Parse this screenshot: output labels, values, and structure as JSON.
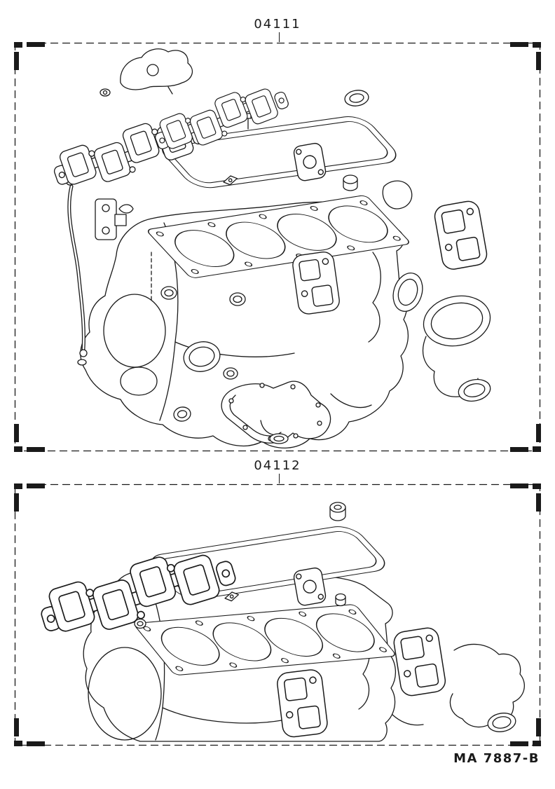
{
  "page": {
    "footer_code": "MA 7887-B",
    "ink_color": "#1a1a1a",
    "paper_color": "#ffffff"
  },
  "panels": [
    {
      "part_number": "04111",
      "components": [
        "exhaust-manifold-gasket",
        "intake-manifold-gasket",
        "valve-cover-gasket",
        "cylinder-head-gasket",
        "water-outlet-gasket",
        "oil-pan-gasket",
        "crankshaft-front-seal",
        "crankshaft-rear-main-seal",
        "camshaft-seal",
        "valve-stem-seals",
        "dipstick-tube",
        "engine-block-outline"
      ]
    },
    {
      "part_number": "04112",
      "components": [
        "manifold-gasket",
        "valve-cover-gasket",
        "cylinder-head-gasket",
        "water-outlet-gasket",
        "oil-filler-cap",
        "o-ring-seal",
        "engine-block-outline"
      ]
    }
  ]
}
